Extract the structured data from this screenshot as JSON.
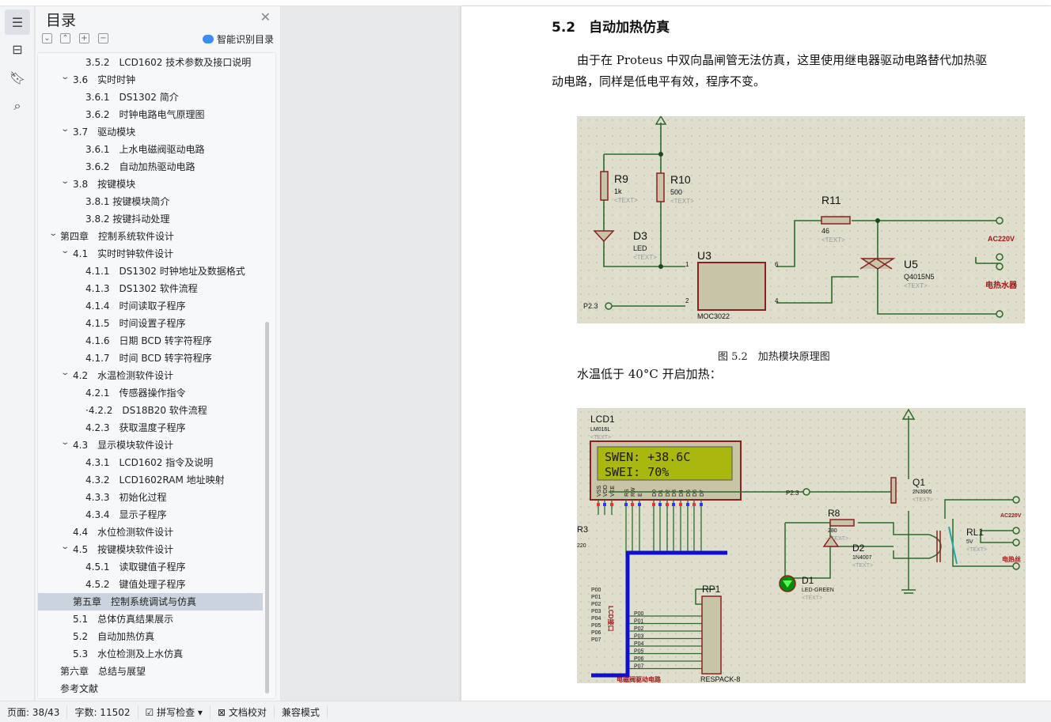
{
  "toc": {
    "title": "目录",
    "smart_label": "智能识别目录",
    "items": [
      {
        "label": "3.5.2　LCD1602 技术参数及接口说明",
        "level": 3
      },
      {
        "label": "3.6　实时时钟",
        "level": 2,
        "expanded": true
      },
      {
        "label": "3.6.1　DS1302 简介",
        "level": 3
      },
      {
        "label": "3.6.2　时钟电路电气原理图",
        "level": 3
      },
      {
        "label": "3.7　驱动模块",
        "level": 2,
        "expanded": true
      },
      {
        "label": "3.6.1　上水电磁阀驱动电路",
        "level": 3
      },
      {
        "label": "3.6.2　自动加热驱动电路",
        "level": 3
      },
      {
        "label": "3.8　按键模块",
        "level": 2,
        "expanded": true
      },
      {
        "label": "3.8.1 按键模块简介",
        "level": 3
      },
      {
        "label": "3.8.2 按键抖动处理",
        "level": 3
      },
      {
        "label": "第四章　控制系统软件设计",
        "level": 1,
        "expanded": true
      },
      {
        "label": "4.1　实时时钟软件设计",
        "level": 2,
        "expanded": true
      },
      {
        "label": "4.1.1　DS1302 时钟地址及数据格式",
        "level": 3
      },
      {
        "label": "4.1.3　DS1302 软件流程",
        "level": 3
      },
      {
        "label": "4.1.4　时间读取子程序",
        "level": 3
      },
      {
        "label": "4.1.5　时间设置子程序",
        "level": 3
      },
      {
        "label": "4.1.6　日期 BCD 转字符程序",
        "level": 3
      },
      {
        "label": "4.1.7　时间 BCD 转字符程序",
        "level": 3
      },
      {
        "label": "4.2　水温检测软件设计",
        "level": 2,
        "expanded": true
      },
      {
        "label": "4.2.1　传感器操作指令",
        "level": 3
      },
      {
        "label": "·4.2.2　DS18B20 软件流程",
        "level": 3
      },
      {
        "label": "4.2.3　获取温度子程序",
        "level": 3
      },
      {
        "label": "4.3　显示模块软件设计",
        "level": 2,
        "expanded": true
      },
      {
        "label": "4.3.1　LCD1602 指令及说明",
        "level": 3
      },
      {
        "label": "4.3.2　LCD1602RAM 地址映射",
        "level": 3
      },
      {
        "label": "4.3.3　初始化过程",
        "level": 3
      },
      {
        "label": "4.3.4　显示子程序",
        "level": 3
      },
      {
        "label": "4.4　水位检测软件设计",
        "level": 2
      },
      {
        "label": "4.5　按键模块软件设计",
        "level": 2,
        "expanded": true
      },
      {
        "label": "4.5.1　读取键值子程序",
        "level": 3
      },
      {
        "label": "4.5.2　键值处理子程序",
        "level": 3
      },
      {
        "label": "第五章　控制系统调试与仿真",
        "level": 1,
        "selected": true
      },
      {
        "label": "5.1　总体仿真结果展示",
        "level": 2
      },
      {
        "label": "5.2　自动加热仿真",
        "level": 2
      },
      {
        "label": "5.3　水位检测及上水仿真",
        "level": 2
      },
      {
        "label": "第六章　总结与展望",
        "level": 1
      },
      {
        "label": "参考文献",
        "level": 1
      }
    ]
  },
  "doc": {
    "heading": "5.2　自动加热仿真",
    "para1_line1": "由于在 Proteus 中双向晶闸管无法仿真，这里使用继电器驱动电路替代加热驱",
    "para1_line2": "动电路，同样是低电平有效，程序不变。",
    "caption": "图 5.2　加热模块原理图",
    "para2": "水温低于 40°C 开启加热：",
    "fig1": {
      "r9": "R9",
      "r9v": "1k",
      "r10": "R10",
      "r10v": "500",
      "r11": "R11",
      "r11v": "46",
      "d3": "D3",
      "d3v": "LED",
      "u3": "U3",
      "u3v": "MOC3022",
      "u5": "U5",
      "u5v": "Q4015N5",
      "text": "<TEXT>",
      "p23": "P2.3",
      "ac": "AC220V",
      "heater": "电热水器",
      "pin1": "1",
      "pin2": "2",
      "pin4": "4",
      "pin6": "6"
    },
    "fig2": {
      "lcd": "LCD1",
      "lcdv": "LM016L",
      "text": "<TEXT>",
      "line1": "SWEN: +38.6C",
      "line2": "SWEI:  70%",
      "pins": [
        "VSS",
        "VDD",
        "VEE",
        "RS",
        "RW",
        "E",
        "D0",
        "D1",
        "D2",
        "D3",
        "D4",
        "D5",
        "D6",
        "D7"
      ],
      "q1": "Q1",
      "q1v": "2N3905",
      "p23": "P2.3",
      "r8": "R8",
      "r8v": "280",
      "d2": "D2",
      "d2v": "1N4007",
      "d1": "D1",
      "d1v": "LED-GREEN",
      "rl1": "RL1",
      "rl1v": "5V",
      "ac": "AC220V",
      "wire": "电热丝",
      "r3": "R3",
      "r3v": "220",
      "rp1": "RP1",
      "rp1v": "RESPACK-8",
      "ports": [
        "P00",
        "P01",
        "P02",
        "P03",
        "P04",
        "P05",
        "P06",
        "P07"
      ],
      "lcd_port": "LCD接口",
      "valve": "电磁阀驱动电路"
    }
  },
  "status": {
    "page": "页面: 38/43",
    "words": "字数: 11502",
    "spell": "拼写检查",
    "proof": "文档校对",
    "compat": "兼容模式"
  }
}
